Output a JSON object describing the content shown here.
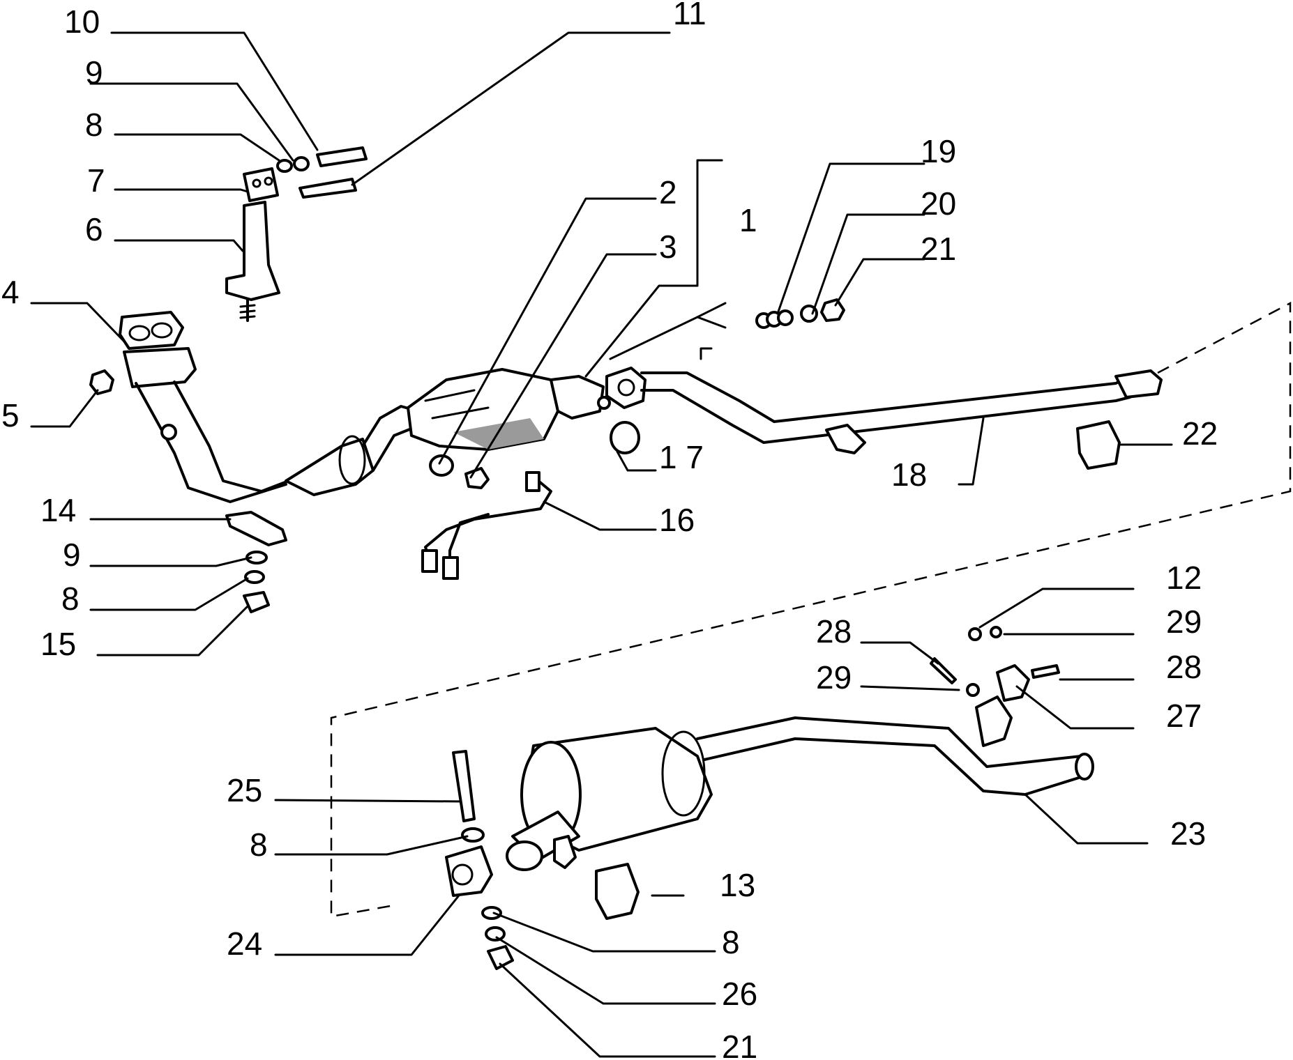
{
  "diagram": {
    "labels": {
      "p1": "1",
      "p2": "2",
      "p3": "3",
      "p4": "4",
      "p5": "5",
      "p6": "6",
      "p7": "7",
      "p8a": "8",
      "p8b": "8",
      "p8c": "8",
      "p8d": "8",
      "p9a": "9",
      "p9b": "9",
      "p10": "10",
      "p11": "11",
      "p12": "12",
      "p13": "13",
      "p14": "14",
      "p15": "15",
      "p16": "16",
      "p17": "1 7",
      "p18": "18",
      "p19": "19",
      "p20": "20",
      "p21a": "21",
      "p21b": "21",
      "p22": "22",
      "p23": "23",
      "p24": "24",
      "p25": "25",
      "p26": "26",
      "p27": "27",
      "p28a": "28",
      "p28b": "28",
      "p29a": "29",
      "p29b": "29"
    }
  }
}
